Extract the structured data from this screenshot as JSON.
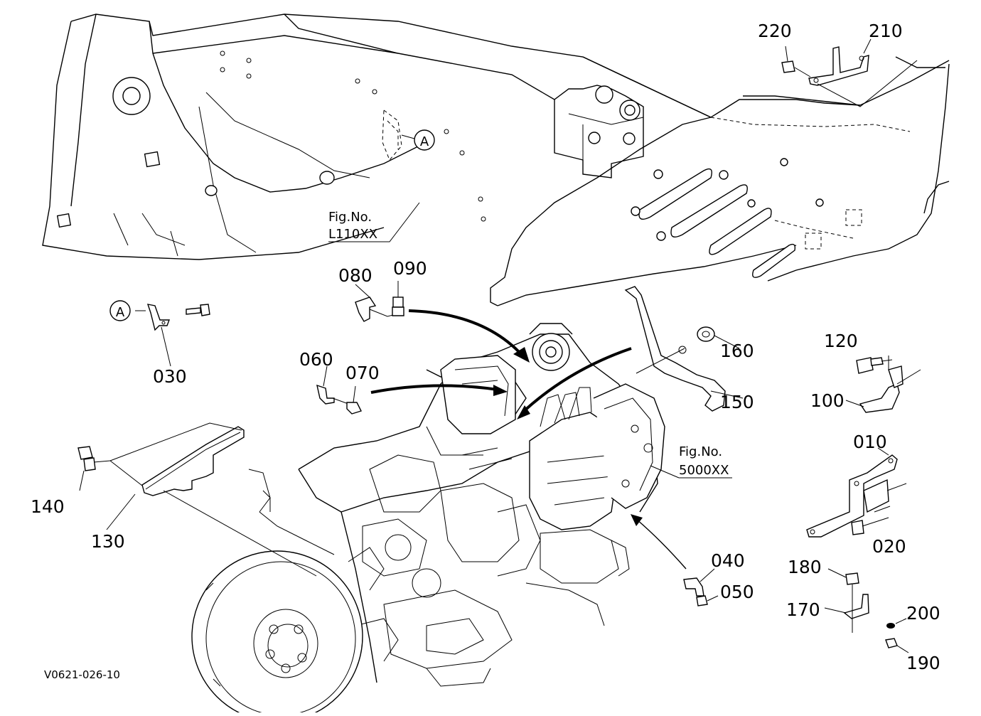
{
  "diagram": {
    "callout_a_letter": "A",
    "fig_refs": [
      {
        "line1": "Fig.No.",
        "line2": "L110XX"
      },
      {
        "line1": "Fig.No.",
        "line2": "5000XX"
      }
    ],
    "labels": {
      "p010": "010",
      "p020": "020",
      "p030": "030",
      "p040": "040",
      "p050": "050",
      "p060": "060",
      "p070": "070",
      "p080": "080",
      "p090": "090",
      "p100": "100",
      "p120": "120",
      "p130": "130",
      "p140": "140",
      "p150": "150",
      "p160": "160",
      "p170": "170",
      "p180": "180",
      "p190": "190",
      "p200": "200",
      "p210": "210",
      "p220": "220"
    },
    "drawing_code": "V0621-026-10"
  }
}
